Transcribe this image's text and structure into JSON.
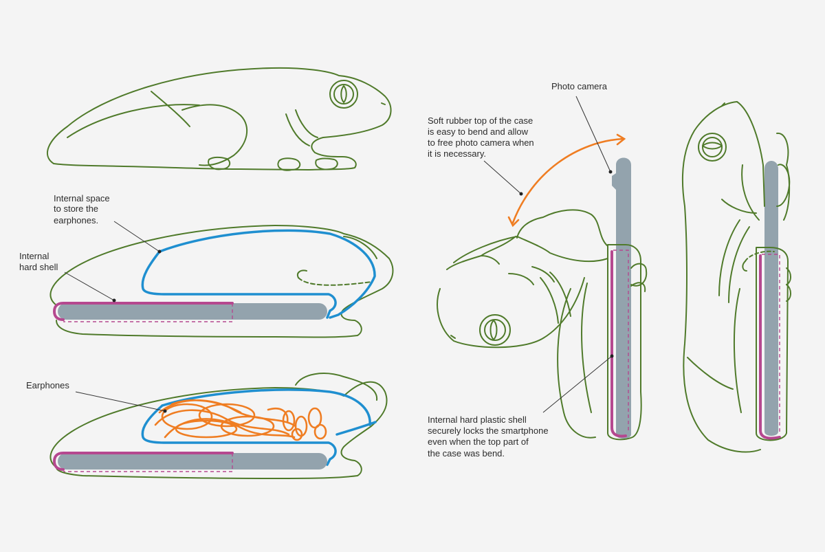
{
  "labels": {
    "internal_space": [
      "Internal space",
      "to store the",
      "earphones."
    ],
    "internal_hard_shell": [
      "Internal",
      "hard shell"
    ],
    "earphones": [
      "Earphones"
    ],
    "photo_camera": [
      "Photo camera"
    ],
    "soft_rubber_top": [
      "Soft rubber top of the case",
      "is easy to bend and allow",
      "to free photo camera when",
      "it is necessary."
    ],
    "internal_plastic_shell": [
      "Internal hard plastic shell",
      "securely locks the smartphone",
      "even when the top part of",
      "the case was bend."
    ]
  },
  "colors": {
    "background": "#f4f4f4",
    "frog_outline": "#4f7a2a",
    "storage_pocket": "#1f8fd0",
    "hard_shell": "#b5488f",
    "smartphone": "#93a3ad",
    "earphones_and_arrow": "#ef7d22"
  }
}
